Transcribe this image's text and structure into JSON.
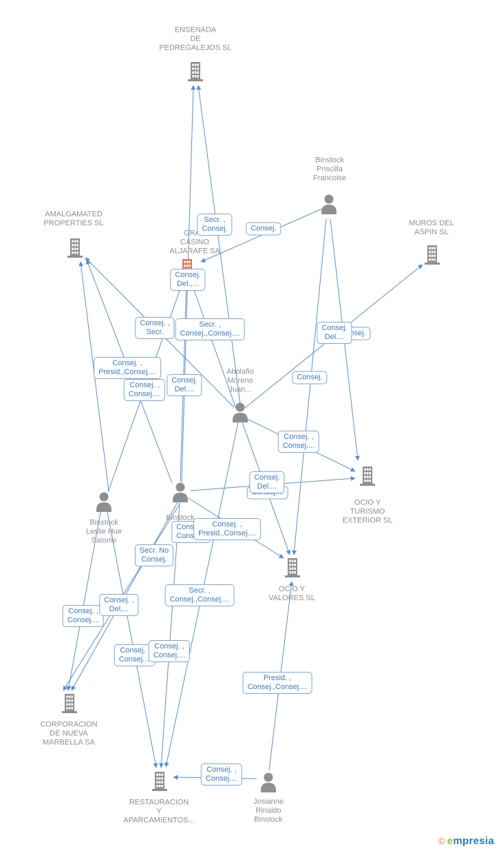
{
  "companies": [
    {
      "key": "ensenada",
      "label": "ENSENADA\nDE\nPEDREGALEJOS SL"
    },
    {
      "key": "amalgamated",
      "label": "AMALGAMATED\nPROPERTIES SL"
    },
    {
      "key": "gran-casino",
      "label": "GRAN\nCASINO\nALJARAFE SA"
    },
    {
      "key": "muros",
      "label": "MUROS DEL\nASPIN SL"
    },
    {
      "key": "ocio-turismo",
      "label": "OCIO Y\nTURISMO\nEXTERIOR SL"
    },
    {
      "key": "ocio-valores",
      "label": "OCIO Y\nVALORES SL"
    },
    {
      "key": "corporacion",
      "label": "CORPORACION\nDE NUEVA\nMARBELLA SA"
    },
    {
      "key": "restauracion",
      "label": "RESTAURACION\nY\nAPARCAMIENTOS..."
    }
  ],
  "people": [
    {
      "key": "priscilla",
      "label": "Binstock\nPriscilla\nFrancoise"
    },
    {
      "key": "abolafio",
      "label": "Abolafio\nMoreno\nJuan..."
    },
    {
      "key": "leslie",
      "label": "Binstock\nLeslie Hue\nSalome"
    },
    {
      "key": "binstock-jo",
      "label": "Binstock\nJo...\nEle..."
    },
    {
      "key": "josianne",
      "label": "Josianne\nRinaldo\nBinstock"
    }
  ],
  "edge_labels": [
    {
      "text": "Secr. ,\nConsej."
    },
    {
      "text": "Consej."
    },
    {
      "text": "Consej.\nDel.,..."
    },
    {
      "text": "Consej. ,\nSecr."
    },
    {
      "text": "Secr. ,\nConsej.,Consej...."
    },
    {
      "text": "Consej."
    },
    {
      "text": "Consej.\nDel...."
    },
    {
      "text": "Consej. ,\nPresid.,Consej...."
    },
    {
      "text": "Consej."
    },
    {
      "text": "Consej. ,\nConsej...."
    },
    {
      "text": "Consej.\nDel...."
    },
    {
      "text": "Consej. ,\nConsej...."
    },
    {
      "text": "Consej...."
    },
    {
      "text": "Consej.\nDel...."
    },
    {
      "text": "Consej. ,\nConsej..."
    },
    {
      "text": "Consej. ,\nPresid.,Consej...."
    },
    {
      "text": "Secr. No\nConsej."
    },
    {
      "text": "Secr. ,\nConsej.,Consej...."
    },
    {
      "text": "Consej. ,\nConsej...."
    },
    {
      "text": "Consej. ,\nDel,..."
    },
    {
      "text": "Consej. ,\nConsej...."
    },
    {
      "text": "Consej. ,\nConsej...."
    },
    {
      "text": "Presid. ,\nConsej.,Consej...."
    },
    {
      "text": "Consej. ,\nConsej...."
    }
  ],
  "colors": {
    "edge": "#5a8fd1",
    "node_gray": "#8f8f8f",
    "highlight": "#e8714b",
    "label_text": "#3a7bc8",
    "label_border": "#7aa6d8"
  },
  "footer": {
    "copyright": "©",
    "brand_initial": "e",
    "brand_rest": "mpresia"
  }
}
